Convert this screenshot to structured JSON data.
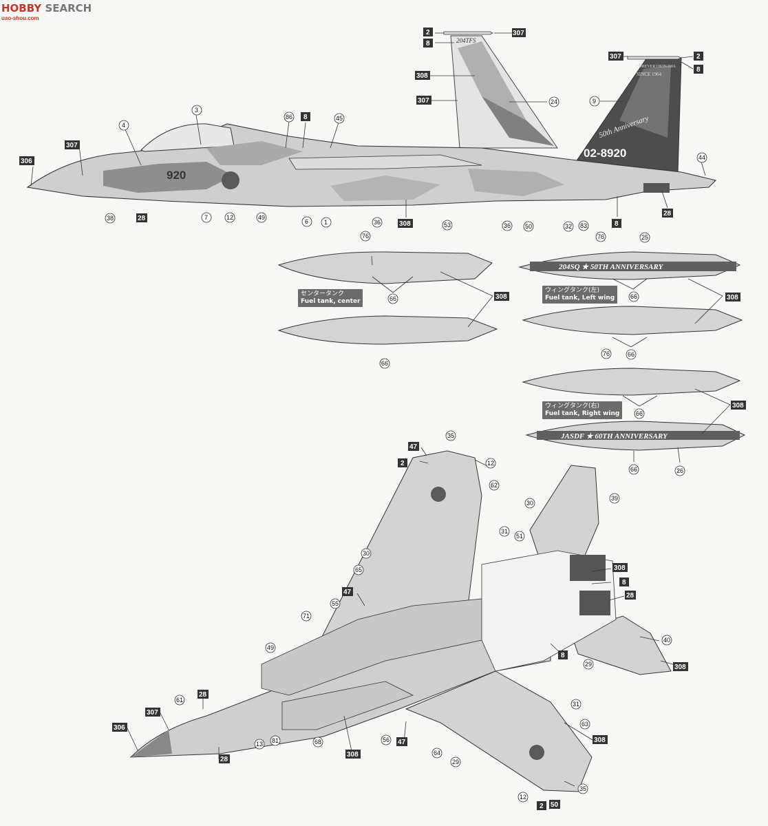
{
  "header": {
    "logo_text": "SEARCH",
    "logo_prefix": "HOBBY",
    "logo_sub": "uao-shou.com"
  },
  "side_view": {
    "tail_text": "204TFS",
    "tail_text2": "FOREVER OKINAWA",
    "tail_since": "SINCE 1964",
    "tail_anniv": "50th Anniversary",
    "serial": "02-8920",
    "nose_number": "920"
  },
  "tanks": {
    "center_label_jp": "センタータンク",
    "center_label_en": "Fuel tank, center",
    "left_label_jp": "ウィングタンク(左)",
    "left_label_en": "Fuel tank, Left wing",
    "right_label_jp": "ウィングタンク(右)",
    "right_label_en": "Fuel tank, Right wing",
    "left_banner": "204SQ ★ 50TH ANNIVERSARY",
    "right_banner": "JASDF ★ 60TH ANNIVERSARY"
  },
  "callouts": {
    "square": [
      {
        "id": "sq1",
        "t": "2"
      },
      {
        "id": "sq2",
        "t": "8"
      },
      {
        "id": "sq3",
        "t": "307"
      },
      {
        "id": "sq4",
        "t": "307"
      },
      {
        "id": "sq5",
        "t": "2"
      },
      {
        "id": "sq6",
        "t": "8"
      },
      {
        "id": "sq7",
        "t": "308"
      },
      {
        "id": "sq8",
        "t": "307"
      },
      {
        "id": "sq9",
        "t": "8"
      },
      {
        "id": "sq10",
        "t": "307"
      },
      {
        "id": "sq11",
        "t": "306"
      },
      {
        "id": "sq12",
        "t": "28"
      },
      {
        "id": "sq13",
        "t": "308"
      },
      {
        "id": "sq14",
        "t": "8"
      },
      {
        "id": "sq15",
        "t": "28"
      },
      {
        "id": "sq16",
        "t": "308"
      },
      {
        "id": "sq17",
        "t": "308"
      },
      {
        "id": "sq18",
        "t": "308"
      },
      {
        "id": "sq19",
        "t": "47"
      },
      {
        "id": "sq20",
        "t": "2"
      },
      {
        "id": "sq21",
        "t": "308"
      },
      {
        "id": "sq22",
        "t": "8"
      },
      {
        "id": "sq23",
        "t": "28"
      },
      {
        "id": "sq24",
        "t": "47"
      },
      {
        "id": "sq25",
        "t": "8"
      },
      {
        "id": "sq26",
        "t": "308"
      },
      {
        "id": "sq27",
        "t": "28"
      },
      {
        "id": "sq28",
        "t": "307"
      },
      {
        "id": "sq29",
        "t": "306"
      },
      {
        "id": "sq30",
        "t": "28"
      },
      {
        "id": "sq31",
        "t": "308"
      },
      {
        "id": "sq32",
        "t": "47"
      },
      {
        "id": "sq33",
        "t": "308"
      },
      {
        "id": "sq34",
        "t": "2"
      },
      {
        "id": "sq35",
        "t": "50"
      }
    ],
    "circle": [
      {
        "id": "c1",
        "t": "24"
      },
      {
        "id": "c2",
        "t": "9"
      },
      {
        "id": "c3",
        "t": "3"
      },
      {
        "id": "c4",
        "t": "4"
      },
      {
        "id": "c5",
        "t": "86"
      },
      {
        "id": "c6",
        "t": "45"
      },
      {
        "id": "c7",
        "t": "44"
      },
      {
        "id": "c8",
        "t": "38"
      },
      {
        "id": "c9",
        "t": "7"
      },
      {
        "id": "c10",
        "t": "12"
      },
      {
        "id": "c11",
        "t": "49"
      },
      {
        "id": "c12",
        "t": "6"
      },
      {
        "id": "c13",
        "t": "1"
      },
      {
        "id": "c14",
        "t": "36"
      },
      {
        "id": "c15",
        "t": "53"
      },
      {
        "id": "c16",
        "t": "36"
      },
      {
        "id": "c17",
        "t": "50"
      },
      {
        "id": "c18",
        "t": "32"
      },
      {
        "id": "c19",
        "t": "83"
      },
      {
        "id": "c20",
        "t": "76"
      },
      {
        "id": "c21",
        "t": "76"
      },
      {
        "id": "c22",
        "t": "25"
      },
      {
        "id": "c23",
        "t": "66"
      },
      {
        "id": "c24",
        "t": "66"
      },
      {
        "id": "c25",
        "t": "66"
      },
      {
        "id": "c26",
        "t": "66"
      },
      {
        "id": "c27",
        "t": "76"
      },
      {
        "id": "c28",
        "t": "66"
      },
      {
        "id": "c29",
        "t": "66"
      },
      {
        "id": "c30",
        "t": "26"
      },
      {
        "id": "c31",
        "t": "35"
      },
      {
        "id": "c32",
        "t": "12"
      },
      {
        "id": "c33",
        "t": "62"
      },
      {
        "id": "c34",
        "t": "30"
      },
      {
        "id": "c35",
        "t": "39"
      },
      {
        "id": "c36",
        "t": "31"
      },
      {
        "id": "c37",
        "t": "51"
      },
      {
        "id": "c38",
        "t": "30"
      },
      {
        "id": "c39",
        "t": "65"
      },
      {
        "id": "c40",
        "t": "55"
      },
      {
        "id": "c41",
        "t": "71"
      },
      {
        "id": "c42",
        "t": "40"
      },
      {
        "id": "c43",
        "t": "49"
      },
      {
        "id": "c44",
        "t": "29"
      },
      {
        "id": "c45",
        "t": "61"
      },
      {
        "id": "c46",
        "t": "31"
      },
      {
        "id": "c47",
        "t": "63"
      },
      {
        "id": "c48",
        "t": "13"
      },
      {
        "id": "c49",
        "t": "81"
      },
      {
        "id": "c50",
        "t": "68"
      },
      {
        "id": "c51",
        "t": "56"
      },
      {
        "id": "c52",
        "t": "64"
      },
      {
        "id": "c53",
        "t": "29"
      },
      {
        "id": "c54",
        "t": "12"
      },
      {
        "id": "c55",
        "t": "35"
      }
    ]
  },
  "colors": {
    "paint_main": "#cfcfcf",
    "paint_dark": "#8e8e8e",
    "paint_light": "#e6e6e6",
    "tail_dark": "#4d4d4d",
    "hinomaru": "#5a5a5a",
    "label_bg": "#6b6b6b"
  }
}
